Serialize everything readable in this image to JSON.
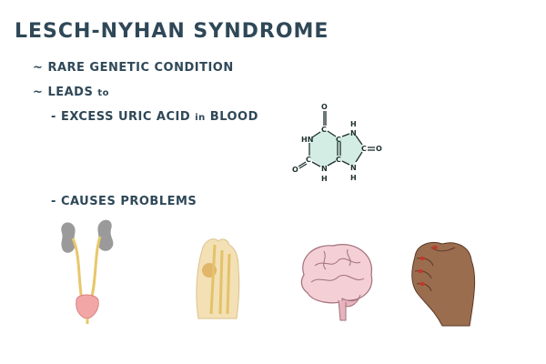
{
  "title": "LESCH-NYHAN SYNDROME",
  "bullets": [
    {
      "prefix": "~",
      "text": "RARE GENETIC CONDITION"
    },
    {
      "prefix": "~",
      "text": "LEADS",
      "suffix": "to"
    },
    {
      "prefix": "-",
      "text": "EXCESS URIC ACID",
      "mid": "in",
      "tail": "BLOOD"
    },
    {
      "prefix": "-",
      "text": "CAUSES PROBLEMS"
    }
  ],
  "molecule": {
    "name_icon": "uric-acid-structure",
    "atoms": {
      "o": "O",
      "c": "C",
      "n": "N",
      "h": "H",
      "hn": "HN"
    },
    "fill_color": "#d4ede4"
  },
  "illustrations": [
    "kidneys-bladder-icon",
    "gout-foot-icon",
    "brain-icon",
    "clenched-hand-icon"
  ]
}
